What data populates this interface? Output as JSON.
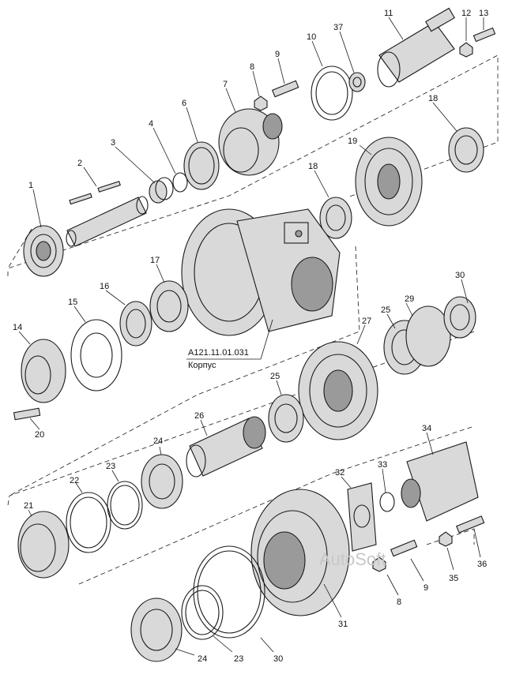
{
  "assembly": {
    "code": "А121.11.01.031",
    "name": "Корпус"
  },
  "watermark": "AutoSoft",
  "part_numbers": [
    "1",
    "2",
    "3",
    "4",
    "6",
    "7",
    "8",
    "9",
    "10",
    "37",
    "11",
    "12",
    "13",
    "18",
    "19",
    "18",
    "14",
    "15",
    "16",
    "17",
    "30",
    "29",
    "25",
    "27",
    "25",
    "20",
    "26",
    "24",
    "23",
    "22",
    "21",
    "34",
    "33",
    "32",
    "8",
    "9",
    "35",
    "36",
    "31",
    "24",
    "23",
    "30"
  ],
  "colors": {
    "line": "#1a1a1a",
    "shade": "#d9d9d9",
    "dark": "#9a9a9a",
    "watermark": "#c8c8c8"
  }
}
